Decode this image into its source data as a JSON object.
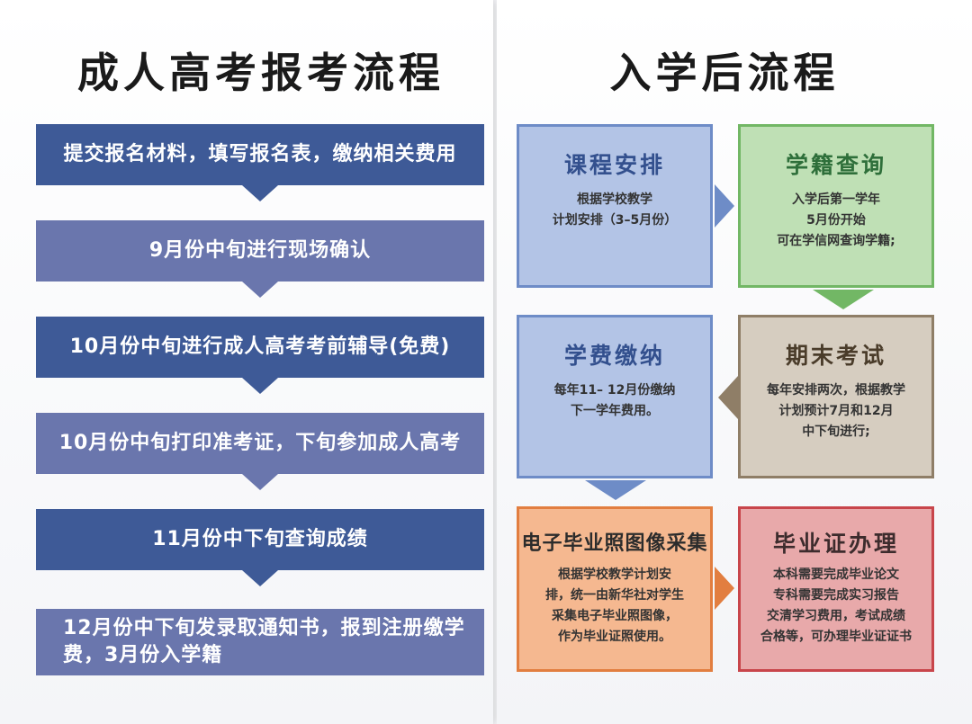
{
  "left": {
    "title": "成人高考报考流程",
    "steps": [
      {
        "text": "提交报名材料，填写报名表，缴纳相关费用"
      },
      {
        "text": "9月份中旬进行现场确认"
      },
      {
        "text": "10月份中旬进行成人高考考前辅导(免费)"
      },
      {
        "text": "10月份中旬打印准考证，下旬参加成人高考"
      },
      {
        "text": "11月份中下旬查询成绩"
      },
      {
        "text": "12月份中下旬发录取通知书，报到注册缴学费，3月份入学籍"
      }
    ]
  },
  "right": {
    "title": "入学后流程",
    "boxes": [
      {
        "heading": "课程安排",
        "body": "根据学校教学\n计划安排（3–5月份）",
        "color": "#b3c4e6"
      },
      {
        "heading": "学籍查询",
        "body": "入学后第一学年\n5月份开始\n可在学信网查询学籍;",
        "color": "#bfe0b5"
      },
      {
        "heading": "学费缴纳",
        "body": "每年11– 12月份缴纳\n下一学年费用。",
        "color": "#b3c4e6"
      },
      {
        "heading": "期末考试",
        "body": "每年安排两次，根据教学\n计划预计7月和12月\n中下旬进行;",
        "color": "#d6cdc0"
      },
      {
        "heading": "电子毕业照图像采集",
        "body": "根据学校教学计划安\n排，统一由新华社对学生\n采集电子毕业照图像，\n作为毕业证照使用。",
        "color": "#f5b890"
      },
      {
        "heading": "毕业证办理",
        "body": "本科需要完成毕业论文\n专科需要完成实习报告\n交清学习费用，考试成绩\n合格等，可办理毕业证证书",
        "color": "#e8a9aa"
      }
    ]
  },
  "colors": {
    "step_dark": "#3e5a97",
    "step_light": "#6a76ad"
  }
}
